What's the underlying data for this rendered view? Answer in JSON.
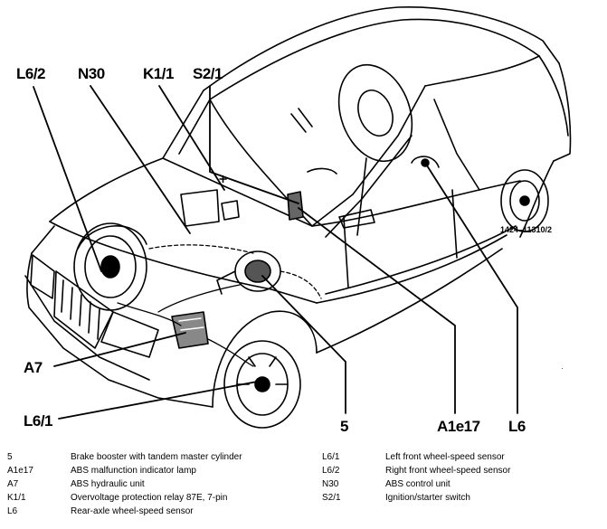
{
  "callouts": {
    "l6_2": "L6/2",
    "n30": "N30",
    "k1_1": "K1/1",
    "s2_1": "S2/1",
    "a7": "A7",
    "l6_1": "L6/1",
    "five": "5",
    "a1e17": "A1e17",
    "l6": "L6"
  },
  "reference_code": "1424–11310/2",
  "legend": {
    "left": [
      {
        "code": "5",
        "desc": "Brake booster with tandem master cylinder"
      },
      {
        "code": "A1e17",
        "desc": "ABS malfunction indicator lamp"
      },
      {
        "code": "A7",
        "desc": "ABS hydraulic unit"
      },
      {
        "code": "K1/1",
        "desc": "Overvoltage protection relay 87E, 7-pin"
      },
      {
        "code": "L6",
        "desc": "Rear-axle wheel-speed sensor"
      }
    ],
    "right": [
      {
        "code": "L6/1",
        "desc": "Left front wheel-speed sensor"
      },
      {
        "code": "L6/2",
        "desc": "Right front wheel-speed sensor"
      },
      {
        "code": "N30",
        "desc": "ABS control unit"
      },
      {
        "code": "S2/1",
        "desc": "Ignition/starter switch"
      }
    ]
  }
}
